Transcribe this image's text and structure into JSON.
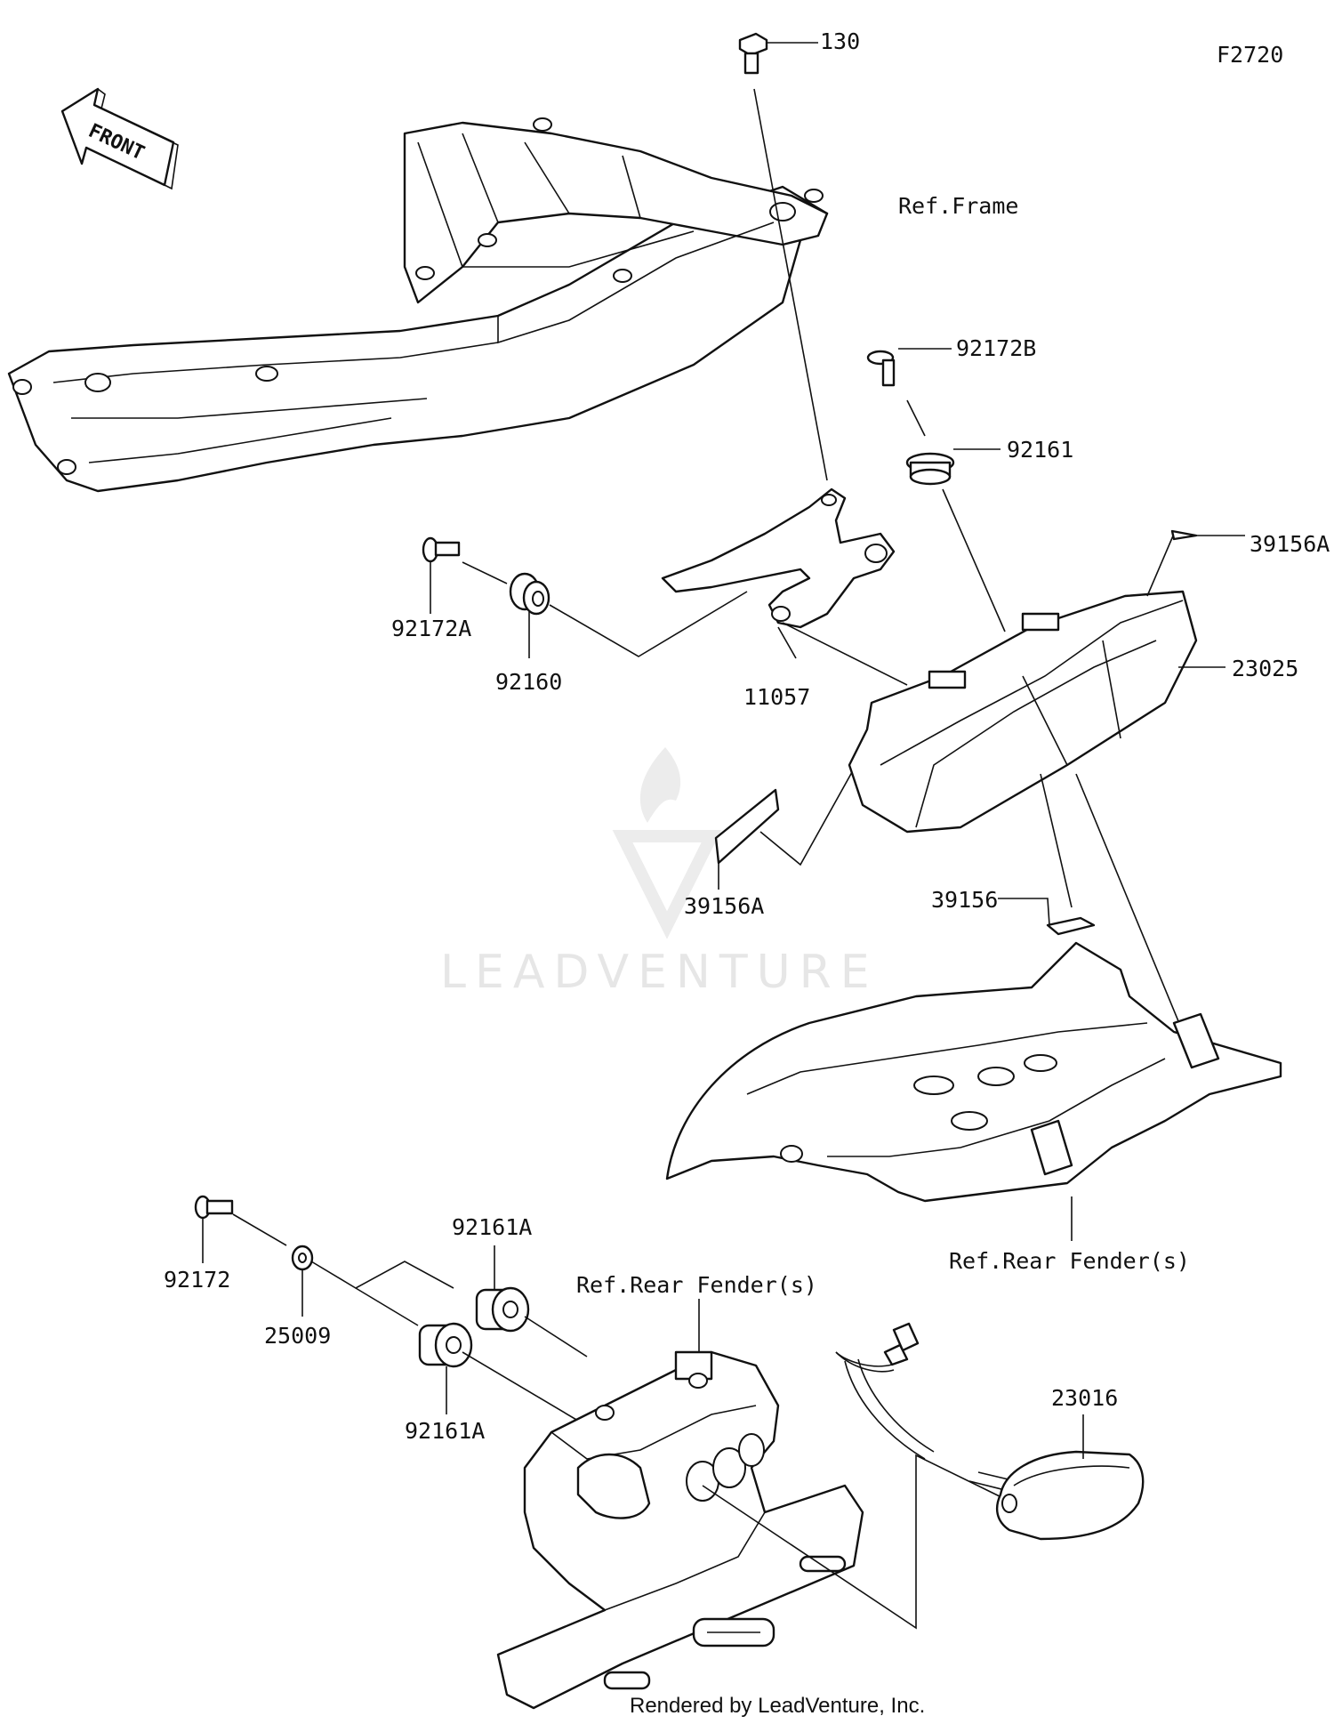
{
  "diagram_code": "F2720",
  "front_arrow": {
    "text": "FRONT"
  },
  "watermark": {
    "text": "LEADVENTURE"
  },
  "footer": {
    "text": "Rendered by LeadVenture, Inc."
  },
  "callouts": [
    {
      "id": "130",
      "text": "130"
    },
    {
      "id": "ref-frame",
      "text": "Ref.Frame"
    },
    {
      "id": "92172B",
      "text": "92172B"
    },
    {
      "id": "92161",
      "text": "92161"
    },
    {
      "id": "39156A-top",
      "text": "39156A"
    },
    {
      "id": "23025",
      "text": "23025"
    },
    {
      "id": "92172A",
      "text": "92172A"
    },
    {
      "id": "92160",
      "text": "92160"
    },
    {
      "id": "11057",
      "text": "11057"
    },
    {
      "id": "39156A-mid",
      "text": "39156A"
    },
    {
      "id": "39156",
      "text": "39156"
    },
    {
      "id": "ref-rear-fender-1",
      "text": "Ref.Rear Fender(s)"
    },
    {
      "id": "92161A-top",
      "text": "92161A"
    },
    {
      "id": "92172",
      "text": "92172"
    },
    {
      "id": "25009",
      "text": "25009"
    },
    {
      "id": "ref-rear-fender-2",
      "text": "Ref.Rear Fender(s)"
    },
    {
      "id": "92161A-bottom",
      "text": "92161A"
    },
    {
      "id": "23016",
      "text": "23016"
    }
  ]
}
